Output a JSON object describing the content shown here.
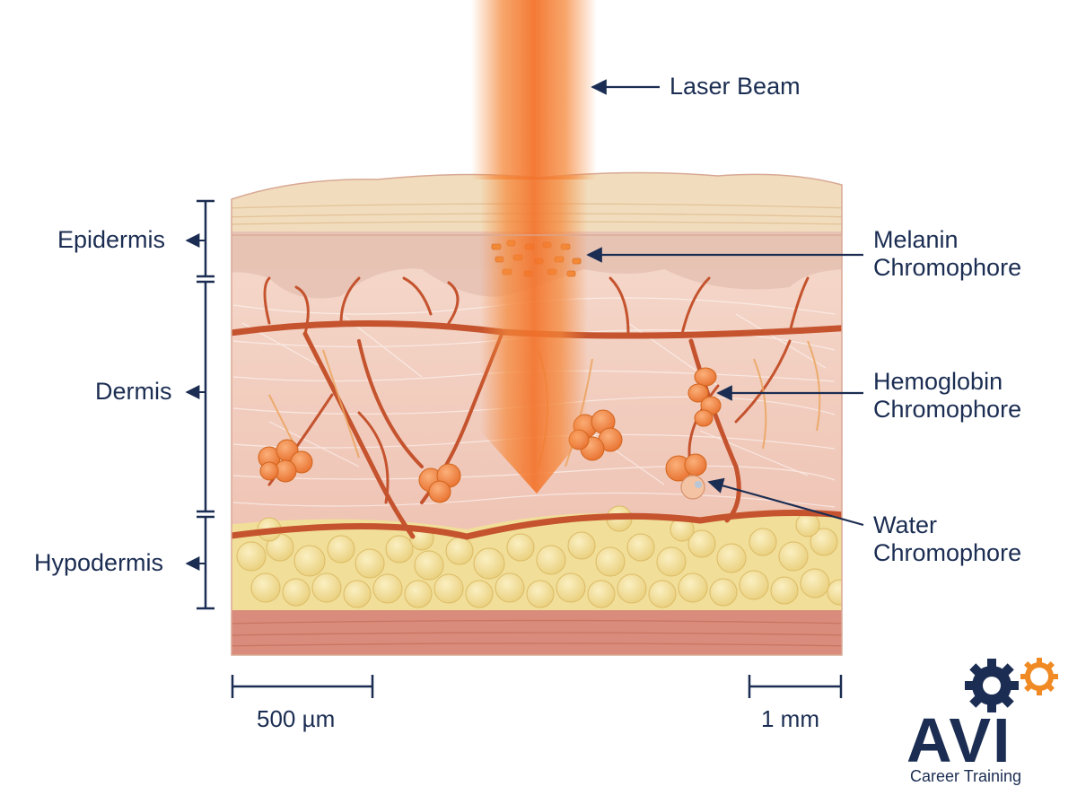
{
  "labels": {
    "laser_beam": "Laser Beam",
    "epidermis": "Epidermis",
    "dermis": "Dermis",
    "hypodermis": "Hypodermis",
    "melanin": [
      "Melanin",
      "Chromophore"
    ],
    "hemoglobin": [
      "Hemoglobin",
      "Chromophore"
    ],
    "water": [
      "Water",
      "Chromophore"
    ]
  },
  "scale_bars": {
    "left": "500 µm",
    "right": "1 mm"
  },
  "logo": {
    "name": "AVI",
    "tagline": "Career Training"
  },
  "colors": {
    "label_text": "#1b2d52",
    "laser": "#f5883a",
    "epidermis_top": "#f1ddbd",
    "dermis": "#f2cdbf",
    "vessel": "#c4532e",
    "fat": "#f3e19a",
    "muscle": "#d98c7b",
    "logo_orange": "#f08a24"
  }
}
